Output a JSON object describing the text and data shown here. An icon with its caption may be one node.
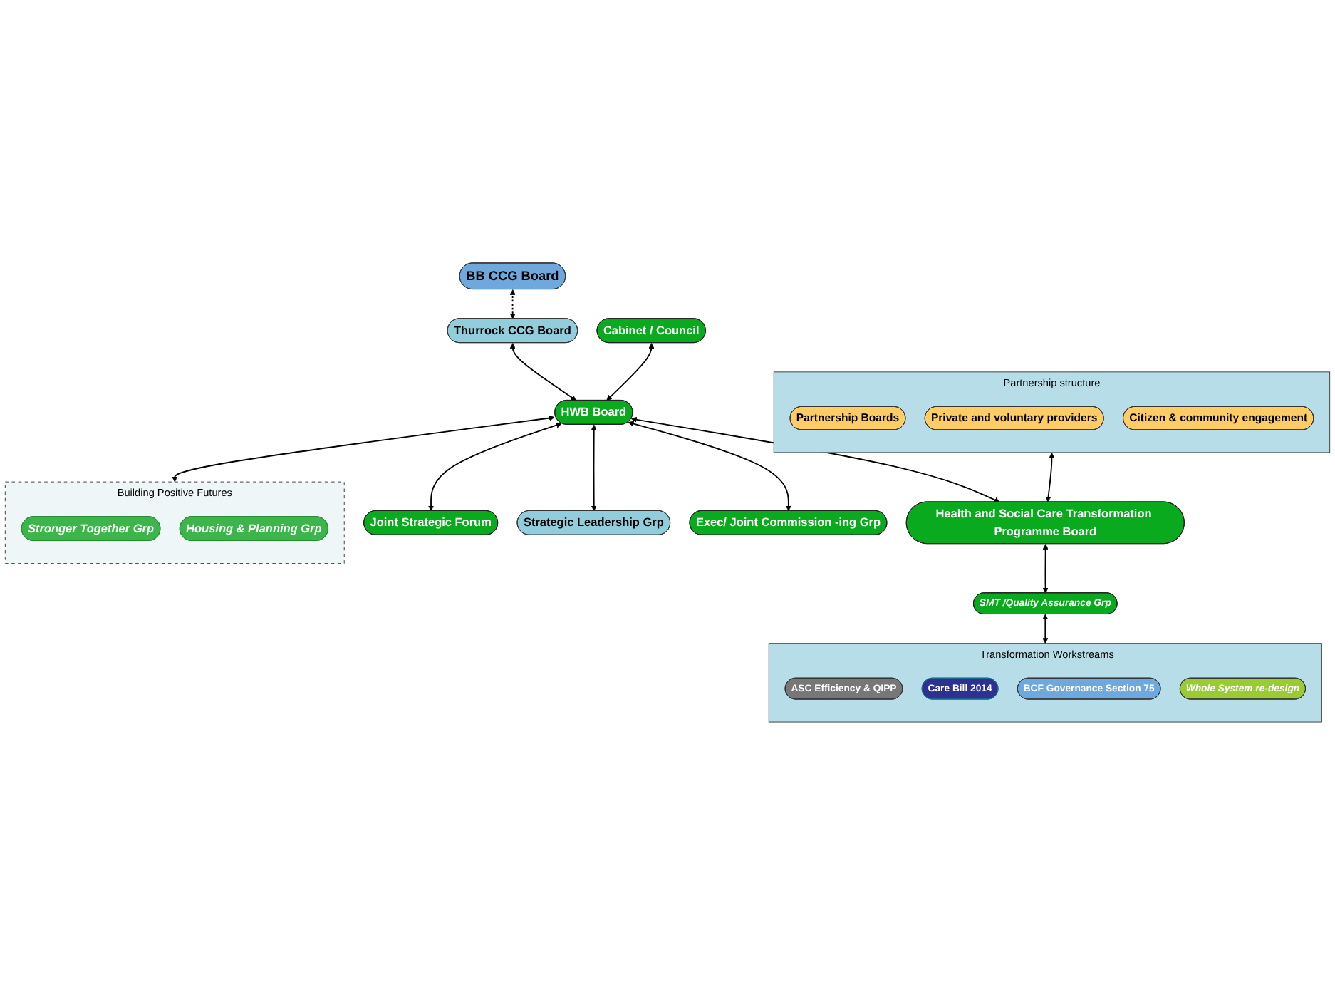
{
  "diagram": {
    "nodes": [
      {
        "text": [
          "BB CCG Board"
        ]
      },
      {
        "text": [
          "Thurrock CCG Board"
        ]
      },
      {
        "text": [
          "Cabinet / Council"
        ]
      },
      {
        "text": [
          "Joint Strategic Forum"
        ]
      },
      {
        "text": [
          "HWB Board"
        ]
      },
      {
        "text": [
          "Partnership structure"
        ]
      },
      {
        "text": [
          "Partnership Boards"
        ],
        "in": 5
      },
      {
        "text": [
          "Private and voluntary providers"
        ],
        "in": 5
      },
      {
        "text": [
          "Citizen & community engagement"
        ],
        "in": 5
      },
      {
        "text": [
          "Strategic Leadership Grp"
        ]
      },
      {
        "text": [
          "Exec/ Joint Commission -ing Grp"
        ]
      },
      {
        "text": [
          "Building Positive Futures"
        ]
      },
      {
        "text": [
          "Stronger Together Grp"
        ],
        "in": 11
      },
      {
        "text": [
          "Housing & Planning Grp"
        ],
        "in": 11
      },
      {
        "text": [
          "Health and Social Care Transformation Programme Board"
        ]
      },
      {
        "text": [
          "SMT /Quality Assurance Grp"
        ]
      },
      {
        "text": [
          "Transformation Workstreams"
        ]
      },
      {
        "text": [
          "ASC Efficiency & QIPP"
        ],
        "in": 16
      },
      {
        "text": [
          "Care Bill 2014"
        ],
        "in": 16
      },
      {
        "text": [
          "BCF Governance Section 75"
        ],
        "in": 16
      },
      {
        "text": [
          "Whole System re-design"
        ],
        "in": 16
      }
    ],
    "edges": [
      {
        "from": 0,
        "to": 1,
        "arrow": "both",
        "style": "dashed"
      },
      {
        "from": 1,
        "to": 4,
        "arrow": "both"
      },
      {
        "from": 2,
        "to": 4,
        "arrow": "both"
      },
      {
        "from": 4,
        "to": 3,
        "arrow": "both"
      },
      {
        "from": 4,
        "to": 9,
        "arrow": "both"
      },
      {
        "from": 4,
        "to": 10,
        "arrow": "both"
      },
      {
        "from": 4,
        "to": 11,
        "arrow": "both"
      },
      {
        "from": 4,
        "to": 14,
        "arrow": "both"
      },
      {
        "from": 5,
        "to": 14,
        "arrow": "both"
      },
      {
        "from": 14,
        "to": 15,
        "arrow": "both"
      },
      {
        "from": 15,
        "to": 16,
        "arrow": "both"
      }
    ]
  }
}
